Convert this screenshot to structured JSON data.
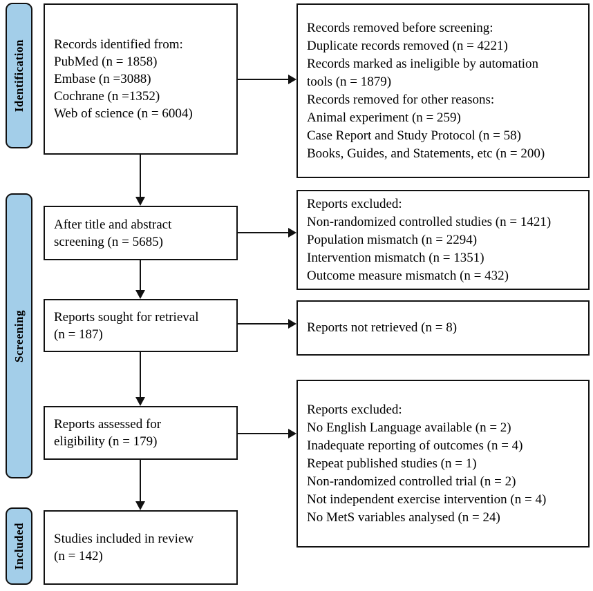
{
  "colors": {
    "stage_label_fill": "#a3cee9",
    "box_border": "#111111",
    "text": "#000000",
    "background": "#ffffff"
  },
  "stages": [
    {
      "label": "Identification"
    },
    {
      "label": "Screening"
    },
    {
      "label": "Included"
    }
  ],
  "main_flow": [
    {
      "text": "Records identified from:\nPubMed (n = 1858)\nEmbase (n =3088)\nCochrane (n =1352)\nWeb of science (n = 6004)"
    },
    {
      "text": "After title and abstract\nscreening (n = 5685)"
    },
    {
      "text": "Reports sought for retrieval\n(n = 187)"
    },
    {
      "text": "Reports assessed for\neligibility (n = 179)"
    },
    {
      "text": "Studies included in review\n(n = 142)"
    }
  ],
  "side_boxes": [
    {
      "text": "Records removed before screening:\nDuplicate records removed (n = 4221)\nRecords marked as ineligible by automation\ntools (n = 1879)\nRecords removed for other reasons:\nAnimal experiment (n = 259)\nCase Report and Study Protocol (n = 58)\nBooks, Guides, and Statements, etc (n = 200)"
    },
    {
      "text": "Reports excluded:\nNon-randomized controlled studies (n = 1421)\nPopulation mismatch (n = 2294)\nIntervention mismatch (n = 1351)\nOutcome measure mismatch (n = 432)"
    },
    {
      "text": "Reports not retrieved (n = 8)"
    },
    {
      "text": "Reports excluded:\nNo English Language available (n = 2)\nInadequate reporting of outcomes (n = 4)\nRepeat published studies (n = 1)\nNon-randomized controlled trial (n = 2)\nNot independent exercise intervention (n = 4)\nNo MetS variables analysed (n = 24)"
    }
  ]
}
